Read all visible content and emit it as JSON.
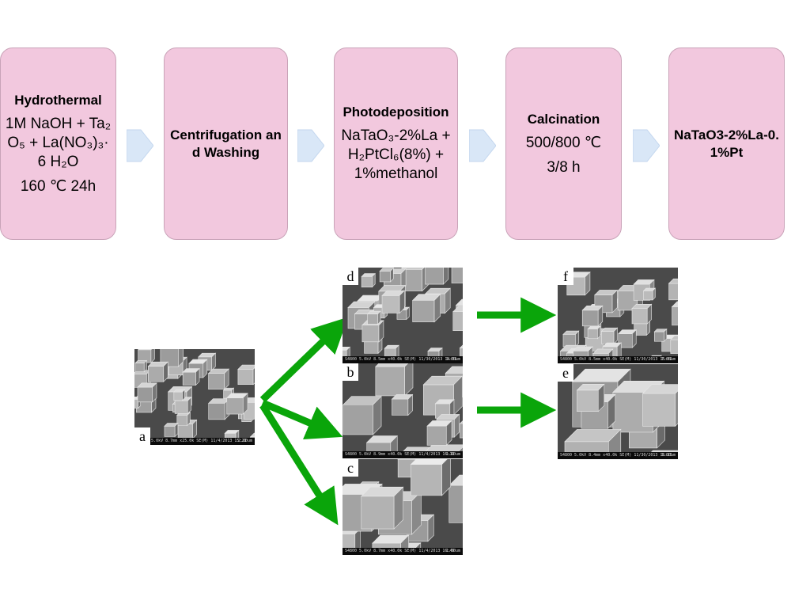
{
  "steps": [
    {
      "title": "Hydrothermal",
      "lines": [
        "1M NaOH + Ta₂O₅ + La(NO₃)₃·6 H₂O",
        "160 ℃ 24h"
      ]
    },
    {
      "title": "Centrifugation and Washing",
      "lines": []
    },
    {
      "title": "Photodeposition",
      "lines": [
        "NaTaO₃-2%La + H₂PtCl₆(8%) +1%methanol"
      ]
    },
    {
      "title": "Calcination",
      "lines": [
        "500/800 ℃",
        "3/8 h"
      ]
    },
    {
      "title": "NaTaO3-2%La-0.1%Pt",
      "lines": []
    }
  ],
  "images": {
    "a": {
      "letter": "a",
      "info": "S4800 5.0kV 8.7mm x25.0k SE(M) 11/4/2013 15:21",
      "scale": "2.00um"
    },
    "b": {
      "letter": "b",
      "info": "S4800 5.0kV 8.9mm x40.0k SE(M) 11/4/2013 16:12",
      "scale": "1.00um"
    },
    "c": {
      "letter": "c",
      "info": "S4800 5.0kV 8.7mm x40.0k SE(M) 11/4/2013 16:49",
      "scale": "1.00um"
    },
    "d": {
      "letter": "d",
      "info": "S4800 5.0kV 8.5mm x40.0k SE(M) 11/30/2013 14:31",
      "scale": "1.00um"
    },
    "e": {
      "letter": "e",
      "info": "S4800 5.0kV 8.4mm x40.0k SE(M) 11/30/2013 16:23",
      "scale": "1.00um"
    },
    "f": {
      "letter": "f",
      "info": "S4800 5.0kV 8.5mm x40.0k SE(M) 11/30/2013 15:02",
      "scale": "1.00um"
    }
  },
  "colors": {
    "step_fill": "#f2c8de",
    "chevron": "#d9e7f7",
    "arrow": "#0aa50a"
  }
}
